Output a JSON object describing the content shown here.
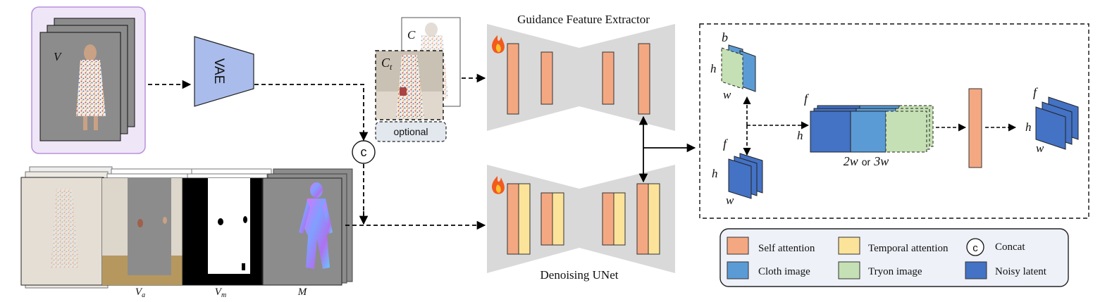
{
  "inputs": {
    "video_label": "V",
    "vae_label": "VAE",
    "cloth_label": "C",
    "cloth_tryon_label": "C",
    "cloth_tryon_sub": "t",
    "optional_label": "optional",
    "concat_symbol": "c",
    "agnostic_label": "V",
    "agnostic_sub": "a",
    "mask_label": "V",
    "mask_sub": "m",
    "pose_label": "M"
  },
  "networks": {
    "guidance_title": "Guidance Feature Extractor",
    "unet_title": "Denoising UNet"
  },
  "attention_detail": {
    "b_label": "b",
    "h_label": "h",
    "w_label": "w",
    "f_label": "f",
    "width_label_a": "2w",
    "width_or": "or",
    "width_label_b": "3w"
  },
  "legend": {
    "items": [
      {
        "label": "Self attention",
        "color": "#F4A882"
      },
      {
        "label": "Temporal attention",
        "color": "#FCE39A"
      },
      {
        "label": "Concat",
        "symbol": "c"
      },
      {
        "label": "Cloth image",
        "color": "#5B9BD5"
      },
      {
        "label": "Tryon image",
        "color": "#C5E0B4"
      },
      {
        "label": "Noisy latent",
        "color": "#4472C4"
      }
    ]
  },
  "colors": {
    "self_attention": "#F4A882",
    "temporal_attention": "#FCE39A",
    "cloth": "#5B9BD5",
    "tryon": "#C5E0B4",
    "noisy": "#4472C4",
    "vae": "#A9BCEB",
    "panel_gray": "#D9D9D9",
    "video_frame": "#8C8C8C",
    "video_panel": "#EFE6F7"
  }
}
